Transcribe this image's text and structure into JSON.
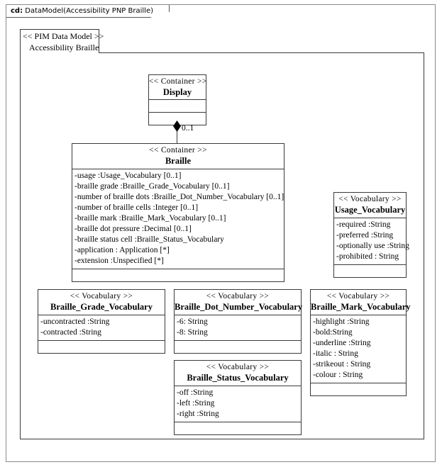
{
  "diagram": {
    "tab_kind": "cd:",
    "tab_title": " DataModel(Accessibility PNP Braille)"
  },
  "package": {
    "stereotype": "<< PIM Data Model >>",
    "name": "Accessibility Braille"
  },
  "classes": {
    "display": {
      "stereotype": "<< Container >>",
      "name": "Display",
      "attributes": [],
      "operations": []
    },
    "braille": {
      "stereotype": "<< Container >>",
      "name": "Braille",
      "attributes": [
        "-usage :Usage_Vocabulary [0..1]",
        "-braille grade  :Braille_Grade_Vocabulary  [0..1]",
        "-number of braille dots  :Braille_Dot_Number_Vocabulary   [0..1]",
        "-number of braille cells   :Integer [0..1]",
        "-braille mark  :Braille_Mark_Vocabulary  [0..1]",
        "-braille dot pressure  :Decimal [0..1]",
        "-braille status cell  :Braille_Status_Vocabulary",
        "-application  : Application  [*]",
        "-extension :Unspecified [*]"
      ],
      "operations": []
    },
    "usage_vocabulary": {
      "stereotype": "<< Vocabulary >>",
      "name": "Usage_Vocabulary",
      "attributes": [
        "-required :String",
        "-preferred :String",
        "-optionally use  :String",
        "-prohibited : String"
      ],
      "operations": []
    },
    "braille_grade_vocabulary": {
      "stereotype": "<< Vocabulary >>",
      "name": "Braille_Grade_Vocabulary",
      "attributes": [
        "-uncontracted :String",
        "-contracted :String"
      ],
      "operations": []
    },
    "braille_dot_number_vocabulary": {
      "stereotype": "<< Vocabulary >>",
      "name": "Braille_Dot_Number_Vocabulary",
      "attributes": [
        "-6: String",
        "-8: String"
      ],
      "operations": []
    },
    "braille_mark_vocabulary": {
      "stereotype": "<< Vocabulary >>",
      "name": "Braille_Mark_Vocabulary",
      "attributes": [
        "-highlight  :String",
        "-bold:String",
        "-underline  :String",
        "-italic : String",
        "-strikeout : String",
        "-colour : String"
      ],
      "operations": []
    },
    "braille_status_vocabulary": {
      "stereotype": "<< Vocabulary >>",
      "name": "Braille_Status_Vocabulary",
      "attributes": [
        "-off :String",
        "-left :String",
        "-right :String"
      ],
      "operations": []
    }
  },
  "associations": {
    "display_braille": {
      "type": "composition",
      "source_multiplicity": "0..1"
    }
  }
}
